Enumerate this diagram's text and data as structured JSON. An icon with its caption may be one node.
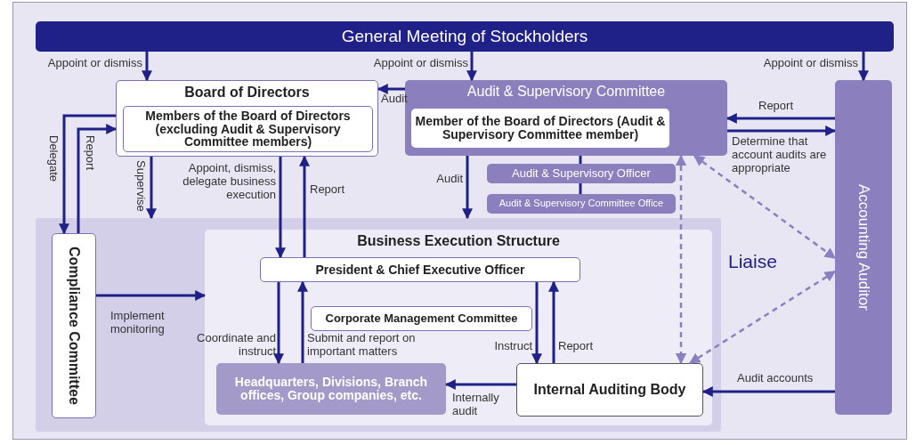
{
  "diagram": {
    "nodes": [
      {
        "text": [
          "General Meeting of Stockholders"
        ]
      },
      {
        "text": [
          "Board of Directors"
        ]
      },
      {
        "text": [
          "Members of the Board of Directors (excluding Audit & Supervisory Committee members)"
        ],
        "in": 1
      },
      {
        "text": [
          "Audit & Supervisory Committee"
        ]
      },
      {
        "text": [
          "Member of the Board of Directors (Audit & Supervisory Committee member)"
        ],
        "in": 3
      },
      {
        "text": [
          "Audit & Supervisory Officer"
        ]
      },
      {
        "text": [
          "Audit & Supervisory Committee Office"
        ]
      },
      {
        "text": [
          "Accounting Auditor"
        ]
      },
      {
        "text": [],
        "shape": "box"
      },
      {
        "text": [
          "Compliance Committee"
        ],
        "in": 8
      },
      {
        "text": [
          "Business Execution Structure"
        ],
        "in": 8
      },
      {
        "text": [
          "President & Chief Executive Officer"
        ],
        "in": 10
      },
      {
        "text": [
          "Corporate Management Committee"
        ],
        "in": 10
      },
      {
        "text": [
          "Headquarters, Divisions, Branch offices, Group companies, etc."
        ],
        "in": 10
      },
      {
        "text": [
          "Internal Auditing Body"
        ],
        "in": 10
      }
    ],
    "edges": [
      {
        "from": 0,
        "to": 1,
        "arrow": "to",
        "label": "Appoint or dismiss"
      },
      {
        "from": 0,
        "to": 3,
        "arrow": "to",
        "label": "Appoint or dismiss"
      },
      {
        "from": 0,
        "to": 7,
        "arrow": "to",
        "label": "Appoint or dismiss"
      },
      {
        "from": 3,
        "to": 1,
        "arrow": "to",
        "label": "Audit"
      },
      {
        "from": 1,
        "to": 9,
        "arrow": "to",
        "label": "Delegate"
      },
      {
        "from": 9,
        "to": 1,
        "arrow": "to",
        "label": "Report"
      },
      {
        "from": 1,
        "to": 8,
        "arrow": "to",
        "label": "Supervise"
      },
      {
        "from": 1,
        "to": 11,
        "arrow": "to",
        "label": "Appoint, dismiss, delegate business execution"
      },
      {
        "from": 11,
        "to": 1,
        "arrow": "to",
        "label": "Report"
      },
      {
        "from": 3,
        "to": 8,
        "arrow": "to",
        "label": "Audit"
      },
      {
        "from": 3,
        "to": 5,
        "arrow": "none"
      },
      {
        "from": 5,
        "to": 6,
        "arrow": "none"
      },
      {
        "from": 7,
        "to": 3,
        "arrow": "to",
        "label": "Report"
      },
      {
        "from": 3,
        "to": 7,
        "arrow": "to",
        "label": "Determine that account audits are appropriate"
      },
      {
        "from": 9,
        "to": 10,
        "arrow": "to",
        "label": "Implement monitoring"
      },
      {
        "from": 11,
        "to": 13,
        "arrow": "to",
        "label": "Coordinate and instruct"
      },
      {
        "from": 13,
        "to": 11,
        "arrow": "to",
        "label": "Submit and report on important matters"
      },
      {
        "from": 11,
        "to": 14,
        "arrow": "to",
        "label": "Instruct"
      },
      {
        "from": 14,
        "to": 11,
        "arrow": "to",
        "label": "Report"
      },
      {
        "from": 14,
        "to": 13,
        "arrow": "to",
        "label": "Internally audit"
      },
      {
        "from": 7,
        "to": 14,
        "arrow": "to",
        "label": "Audit accounts"
      },
      {
        "from": 3,
        "to": 14,
        "arrow": "both",
        "style": "dashed",
        "color": "#8a7fc0"
      },
      {
        "from": 3,
        "to": 7,
        "arrow": "both",
        "style": "dashed",
        "color": "#8a7fc0"
      },
      {
        "from": 7,
        "to": 14,
        "arrow": "both",
        "style": "dashed",
        "color": "#8a7fc0"
      }
    ],
    "labels": [
      "Liaise"
    ]
  }
}
